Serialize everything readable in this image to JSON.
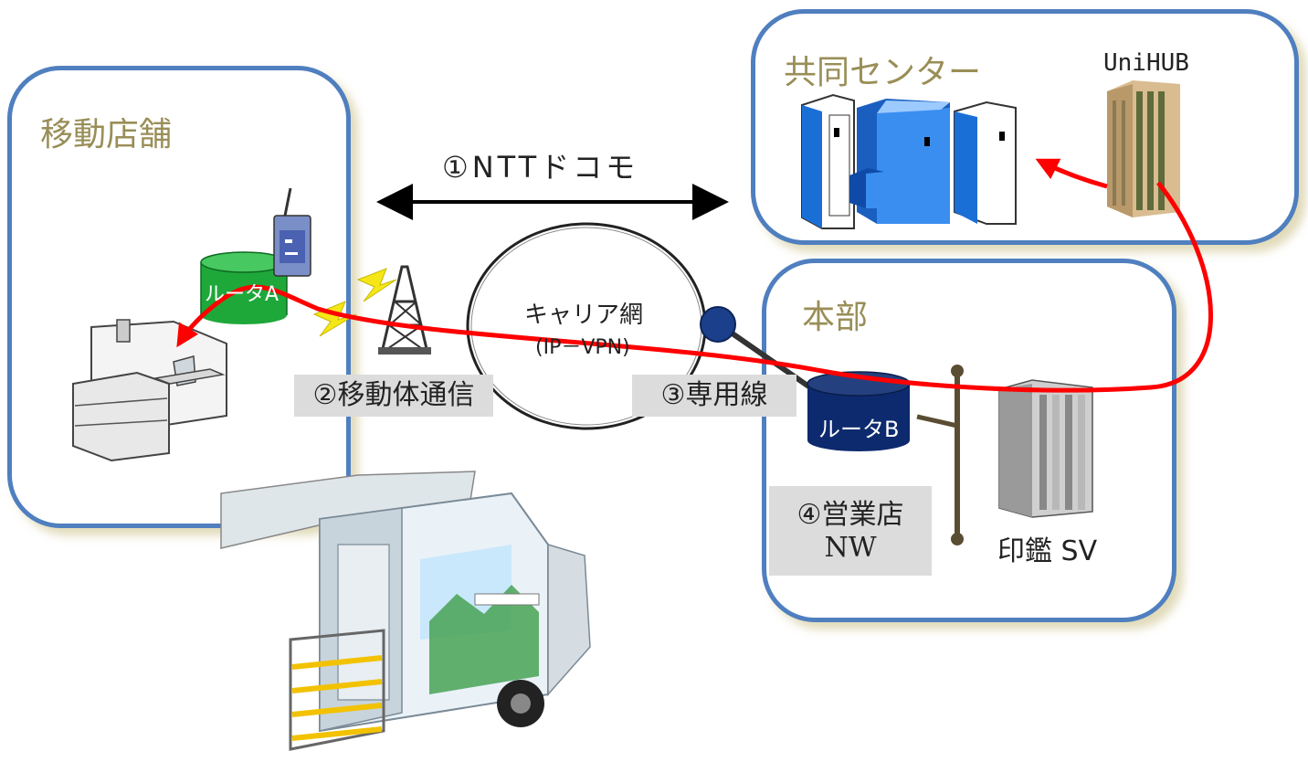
{
  "mobile_store": {
    "title": "移動店舗",
    "router_label": "ルータA"
  },
  "joint_center": {
    "title": "共同センター",
    "unihub_label": "UniHUB"
  },
  "headquarters": {
    "title": "本部",
    "router_label": "ルータB",
    "seal_server_label": "印鑑 SV"
  },
  "network": {
    "docomo_label": "①NTTドコモ",
    "carrier_label": "キャリア網",
    "carrier_sublabel": "(IP－VPN)",
    "mobile_comm_label": "②移動体通信",
    "leased_line_label": "③専用線",
    "branch_nw_label_1": "④営業店",
    "branch_nw_label_2": "NW"
  },
  "colors": {
    "box_border": "#4f7fbf",
    "title_text": "#998e57",
    "data_path": "#ff0000",
    "router_a": "#1fa83a",
    "router_b": "#0d2a6e"
  }
}
